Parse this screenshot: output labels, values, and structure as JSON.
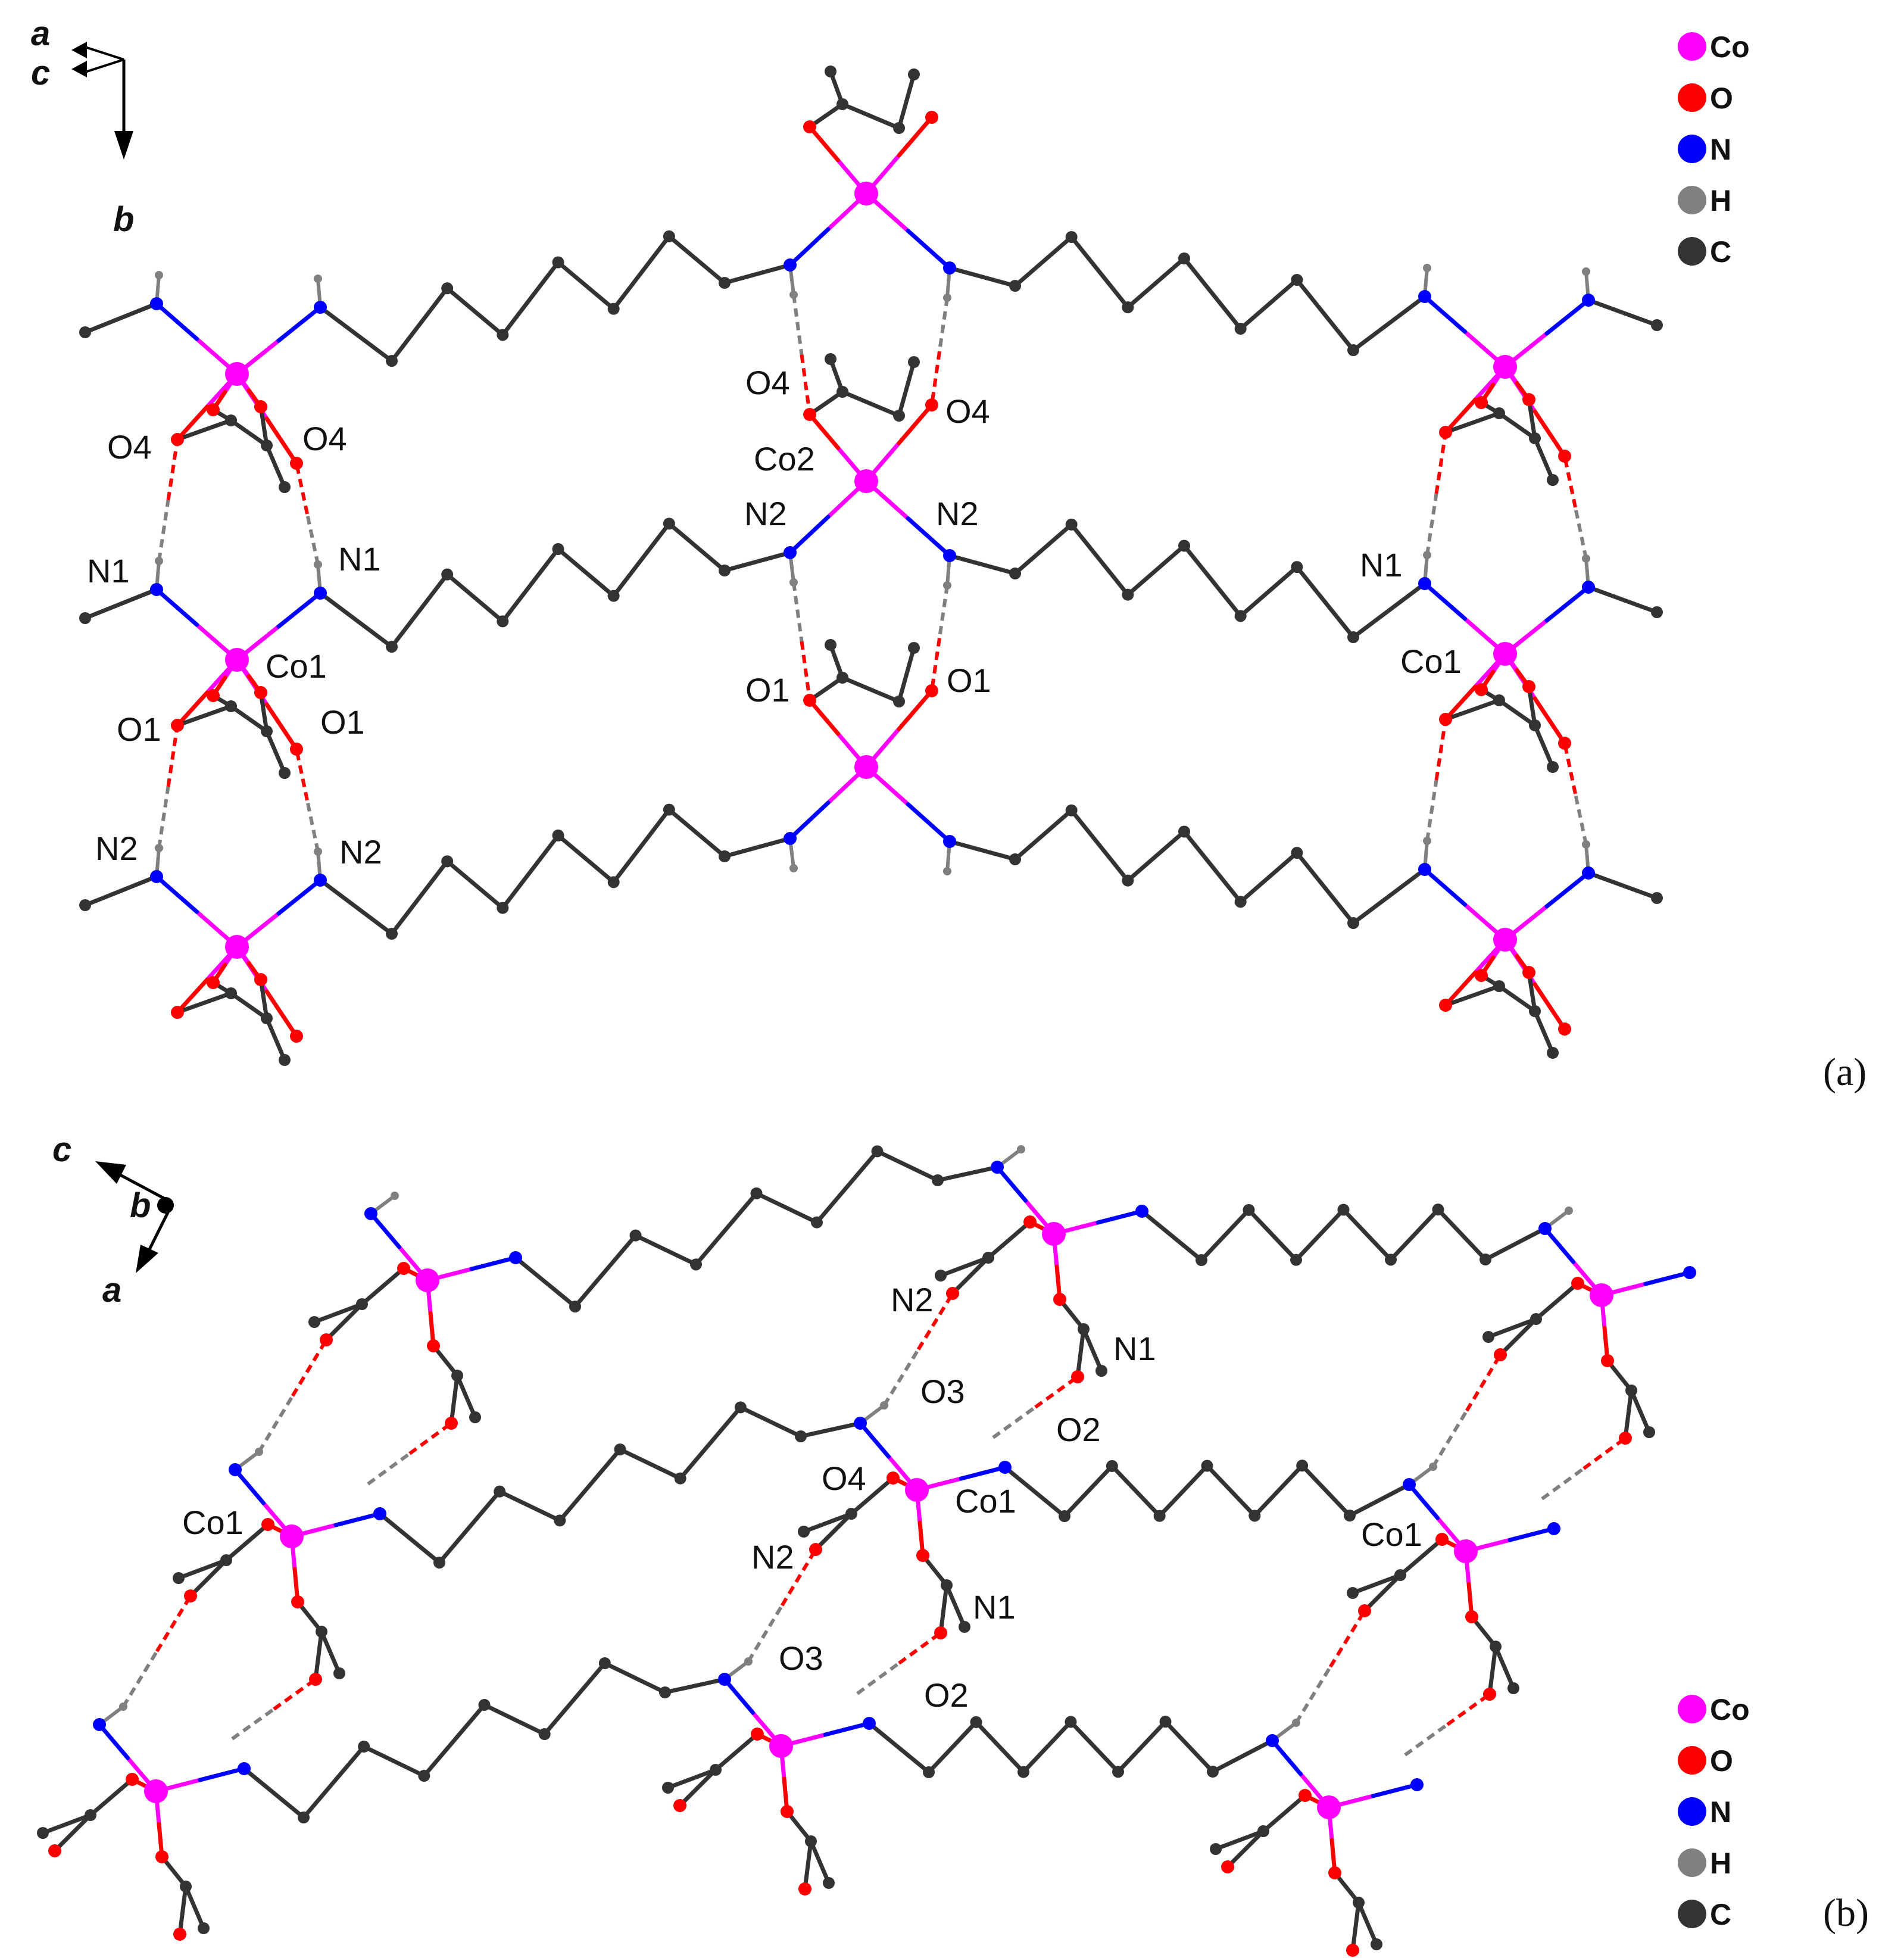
{
  "colors": {
    "Co": "#ff00ff",
    "O": "#ff0000",
    "N": "#0000ff",
    "H": "#808080",
    "C": "#333333",
    "hbond_O": "#ff0000",
    "hbond_H": "#808080"
  },
  "legend": [
    {
      "symbol": "Co",
      "color": "#ff00ff"
    },
    {
      "symbol": "O",
      "color": "#ff0000"
    },
    {
      "symbol": "N",
      "color": "#0000ff"
    },
    {
      "symbol": "H",
      "color": "#808080"
    },
    {
      "symbol": "C",
      "color": "#333333"
    }
  ],
  "panel_a": {
    "tag": "(a)",
    "axes": {
      "a": "a",
      "c": "c",
      "b": "b"
    },
    "labels": {
      "o4_l": "O4",
      "o4_r": "O4",
      "n1_l": "N1",
      "n1_r": "N1",
      "co1_l": "Co1",
      "o1_l": "O1",
      "o1_r": "O1",
      "n2_l": "N2",
      "n2_r": "N2",
      "o4_cl": "O4",
      "o4_cr": "O4",
      "co2": "Co2",
      "n2_cl": "N2",
      "n2_cr": "N2",
      "o1_cl": "O1",
      "o1_cr": "O1",
      "n1_rr": "N1",
      "co1_rr": "Co1"
    }
  },
  "panel_b": {
    "tag": "(b)",
    "axes": {
      "c": "c",
      "b": "b",
      "a": "a"
    },
    "labels": {
      "n2_t": "N2",
      "n1_t": "N1",
      "o3_t": "O3",
      "o2_t": "O2",
      "o4_m": "O4",
      "co1_m": "Co1",
      "n2_m": "N2",
      "n1_m": "N1",
      "o3_b": "O3",
      "o2_b": "O2",
      "co1_l": "Co1",
      "co1_r": "Co1"
    }
  }
}
